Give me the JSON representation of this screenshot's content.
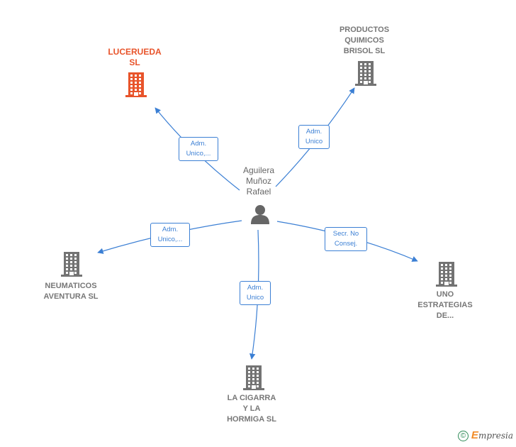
{
  "center": {
    "name": "Aguilera\nMuñoz\nRafael"
  },
  "nodes": [
    {
      "id": "lucerueda",
      "label": "LUCERUEDA\nSL",
      "highlight": true
    },
    {
      "id": "productos",
      "label": "PRODUCTOS\nQUIMICOS\nBRISOL SL",
      "highlight": false
    },
    {
      "id": "neumaticos",
      "label": "NEUMATICOS\nAVENTURA SL",
      "highlight": false
    },
    {
      "id": "uno",
      "label": "UNO\nESTRATEGIAS\nDE...",
      "highlight": false
    },
    {
      "id": "cigarra",
      "label": "LA CIGARRA\nY LA\nHORMIGA  SL",
      "highlight": false
    }
  ],
  "relations": [
    {
      "to": "lucerueda",
      "label": "Adm.\nUnico,..."
    },
    {
      "to": "productos",
      "label": "Adm.\nUnico"
    },
    {
      "to": "neumaticos",
      "label": "Adm.\nUnico,..."
    },
    {
      "to": "uno",
      "label": "Secr.  No\nConsej."
    },
    {
      "to": "cigarra",
      "label": "Adm.\nUnico"
    }
  ],
  "colors": {
    "edge": "#3b7fd4",
    "building": "#737373",
    "highlight": "#e8542b",
    "person": "#666666"
  },
  "footer": {
    "copyright": "©",
    "brand_initial": "E",
    "brand_rest": "mpresia"
  }
}
